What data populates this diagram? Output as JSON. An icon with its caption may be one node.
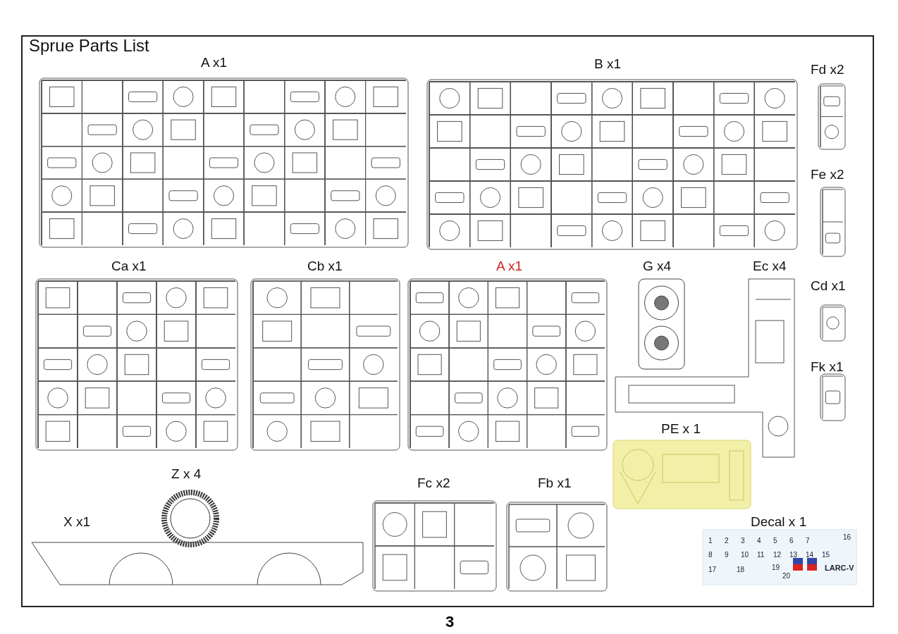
{
  "diagram": {
    "title": "Sprue Parts List",
    "nodes": [
      {
        "text": [
          "A x1"
        ]
      },
      {
        "text": [
          "B x1"
        ]
      },
      {
        "text": [
          "Fd x2"
        ]
      },
      {
        "text": [
          "Fe x2"
        ]
      },
      {
        "text": [
          "Ca x1"
        ]
      },
      {
        "text": [
          "Cb x1"
        ]
      },
      {
        "text": [
          "A x1"
        ]
      },
      {
        "text": [
          "G x4"
        ]
      },
      {
        "text": [
          "Ec x4"
        ]
      },
      {
        "text": [
          "Cd x1"
        ]
      },
      {
        "text": [
          "Fk x1"
        ]
      },
      {
        "text": [
          "PE x 1"
        ]
      },
      {
        "text": [
          "Z x 4"
        ]
      },
      {
        "text": [
          "Fc x2"
        ]
      },
      {
        "text": [
          "Fb x1"
        ]
      },
      {
        "text": [
          "X x1"
        ]
      },
      {
        "text": [
          "Decal x 1"
        ]
      }
    ],
    "labels": [
      "1",
      "2",
      "3",
      "4",
      "5",
      "6",
      "7",
      "16",
      "8",
      "9",
      "10",
      "11",
      "12",
      "13",
      "14",
      "15",
      "17",
      "18",
      "19",
      "20",
      "LARC-V",
      "3"
    ]
  }
}
